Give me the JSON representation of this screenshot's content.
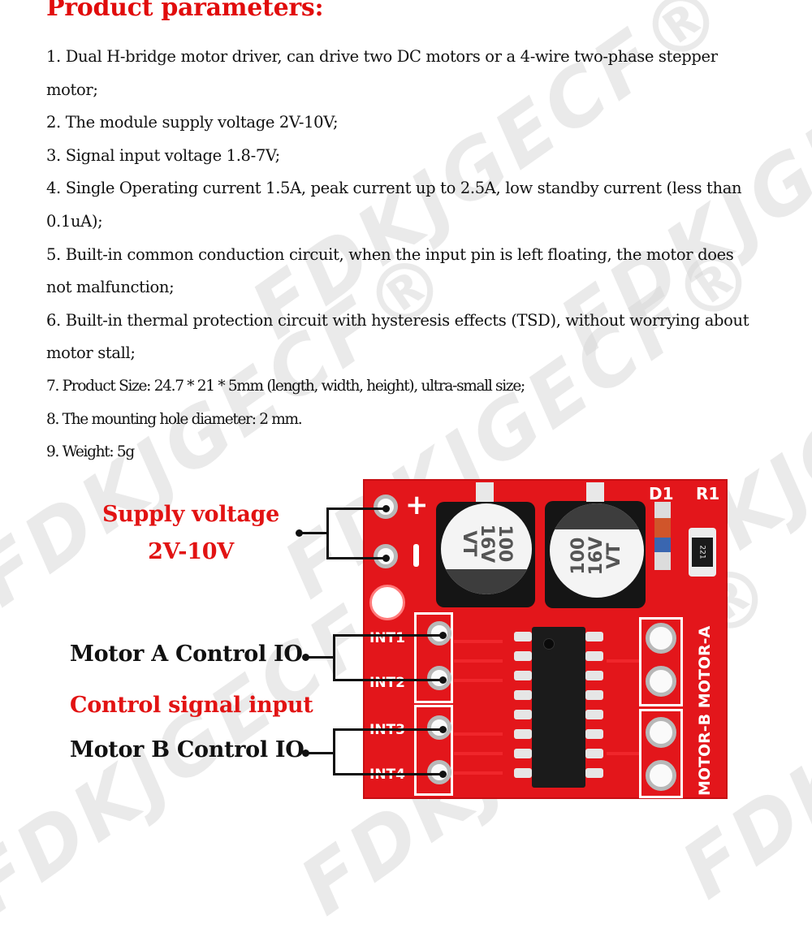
{
  "page": {
    "title": "Product parameters:",
    "watermark": "FDKJGECF®"
  },
  "specs": {
    "lines": [
      "1. Dual H-bridge motor driver, can drive two DC motors or a 4-wire two-phase stepper",
      "motor;",
      "2. The module supply voltage 2V-10V;",
      "3. Signal input voltage 1.8-7V;",
      "4. Single Operating current 1.5A, peak current up to 2.5A, low standby current (less than",
      "0.1uA);",
      "5. Built-in common conduction circuit, when the input pin is left floating, the motor does",
      "not malfunction;",
      "6. Built-in thermal protection circuit with hysteresis effects (TSD), without worrying about",
      "motor stall;",
      "7. Product Size: 24.7 * 21 * 5mm (length, width, height), ultra-small size;",
      "8. The mounting hole diameter: 2 mm.",
      "9. Weight: 5g"
    ]
  },
  "annotations": {
    "supply_voltage": {
      "line1": "Supply voltage",
      "line2": "2V-10V"
    },
    "motor_a": "Motor A Control IO",
    "control_signal": "Control signal input",
    "motor_b": "Motor B Control IO"
  },
  "pcb": {
    "plus": "+",
    "minus": "−",
    "d1": "D1",
    "r1": "R1",
    "resistor_code": "221",
    "cap_left": "100\n16V\nVT",
    "cap_right": "100\n16V\nVT",
    "int_labels": [
      "INT1",
      "INT2",
      "INT3",
      "INT4"
    ],
    "motor_label": "MOTOR-B MOTOR-A"
  },
  "colors": {
    "title_red": "#e10c0c",
    "annotation_red": "#e21313",
    "pcb_red": "#e3161b",
    "text": "#111111",
    "watermark": "#d9d9d9"
  }
}
